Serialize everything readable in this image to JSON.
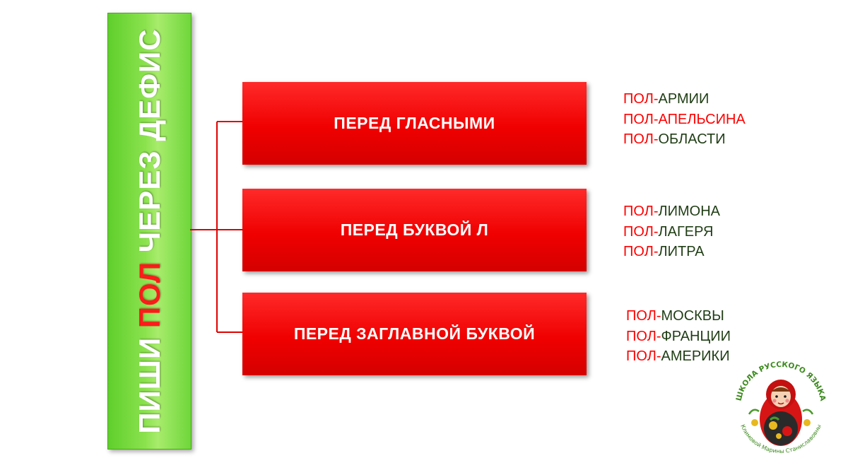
{
  "title": {
    "part1": "ПИШИ",
    "part2": "ПОЛ",
    "part3": "ЧЕРЕЗ ДЕФИС"
  },
  "boxes": [
    {
      "label": "ПЕРЕД ГЛАСНЫМИ"
    },
    {
      "label": "ПЕРЕД БУКВОЙ Л"
    },
    {
      "label": "ПЕРЕД ЗАГЛАВНОЙ БУКВОЙ"
    }
  ],
  "examples": [
    [
      {
        "prefix": "ПОЛ-",
        "root": "АРМИИ"
      },
      {
        "prefix": "ПОЛ-",
        "root": "АПЕЛЬСИНА"
      },
      {
        "prefix": "ПОЛ-",
        "root": "ОБЛАСТИ"
      }
    ],
    [
      {
        "prefix": "ПОЛ-",
        "root": "ЛИМОНА"
      },
      {
        "prefix": "ПОЛ-",
        "root": "ЛАГЕРЯ"
      },
      {
        "prefix": "ПОЛ-",
        "root": "ЛИТРА"
      }
    ],
    [
      {
        "prefix": "ПОЛ-",
        "root": "МОСКВЫ"
      },
      {
        "prefix": "ПОЛ-",
        "root": "ФРАНЦИИ"
      },
      {
        "prefix": "ПОЛ-",
        "root": "АМЕРИКИ"
      }
    ]
  ],
  "logo": {
    "top_text": "ШКОЛА РУССКОГО ЯЗЫКА",
    "bottom_text": "Климовой Марины Станиславовны"
  },
  "colors": {
    "accent_red": "#ff0000",
    "bar_green": "#7ddc43",
    "text_dark_green": "#1f3d14"
  }
}
